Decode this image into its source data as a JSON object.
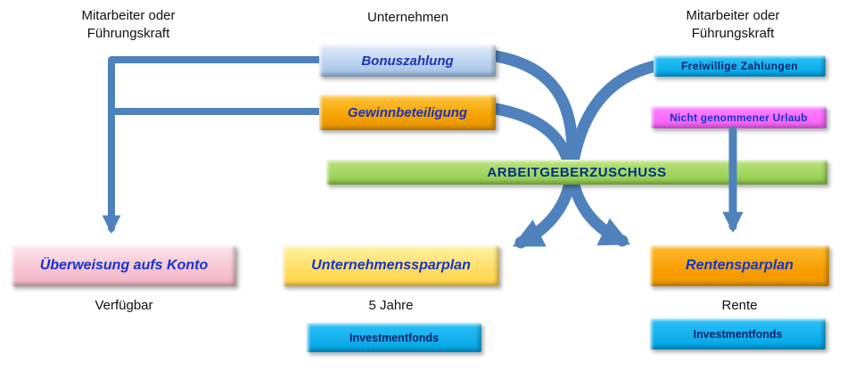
{
  "actors": {
    "top_left": {
      "line1": "Mitarbeiter oder",
      "line2": "Führungskraft"
    },
    "top_center": {
      "line1": "Unternehmen"
    },
    "top_right": {
      "line1": "Mitarbeiter oder",
      "line2": "Führungskraft"
    }
  },
  "boxes": {
    "bonuszahlung": {
      "label": "Bonuszahlung",
      "color": "#b9cfe9"
    },
    "gewinnbeteiligung": {
      "label": "Gewinnbeteiligung",
      "color": "#f6a502"
    },
    "freiwillige_zahlungen": {
      "label": "Freiwillige Zahlungen",
      "color": "#00b0f0"
    },
    "nicht_genommener_urlaub": {
      "label": "Nicht genommener Urlaub",
      "color": "#ff66ff"
    },
    "arbeitgeberzuschuss": {
      "label": "ARBEITGEBERZUSCHUSS",
      "color": "#92d050"
    },
    "ueberweisung_aufs_konto": {
      "label": "Überweisung aufs Konto",
      "color": "#f6c3d0"
    },
    "unternehmenssparplan": {
      "label": "Unternehmenssparplan",
      "color": "#ffdd62"
    },
    "rentensparplan": {
      "label": "Rentensparplan",
      "color": "#f79e00"
    },
    "investmentfonds_mitte": {
      "label": "Investmentfonds",
      "color": "#00b0f0"
    },
    "investmentfonds_rechts": {
      "label": "Investmentfonds",
      "color": "#00b0f0"
    }
  },
  "captions": {
    "verfuegbar": "Verfügbar",
    "fuenf_jahre": "5 Jahre",
    "rente": "Rente"
  },
  "colors": {
    "arrow_blue": "#4f81bd",
    "text_blue": "#1733cc",
    "text_navy": "#00246b"
  }
}
